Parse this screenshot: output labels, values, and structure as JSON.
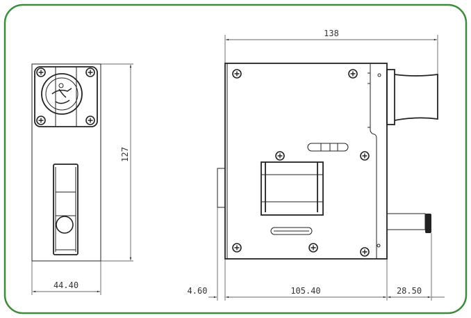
{
  "frame_color": "#3c8c3c",
  "dimensions": {
    "front_height": "127",
    "front_width": "44.40",
    "side_total_width": "138",
    "side_offset": "4.60",
    "side_body_width": "105.40",
    "side_connector_length": "28.50"
  }
}
